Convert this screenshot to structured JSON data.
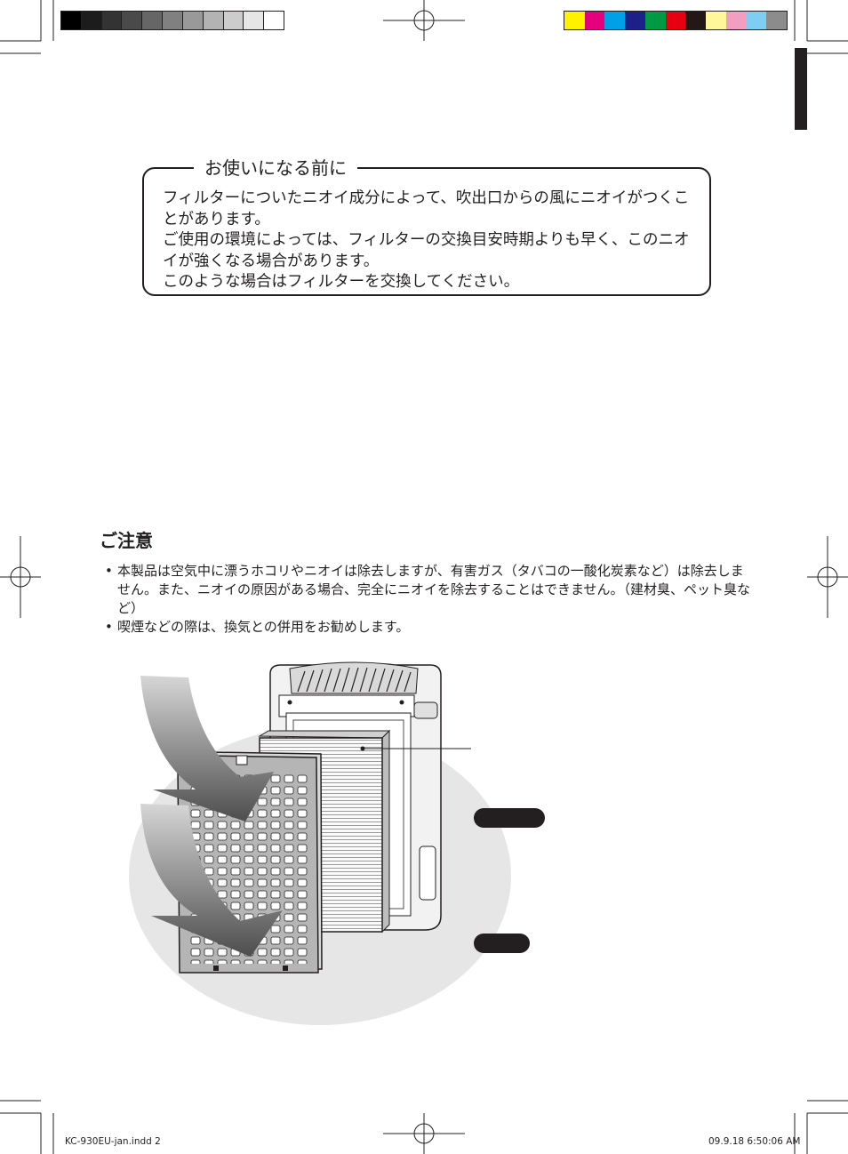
{
  "registration": {
    "gray_steps": [
      "#000000",
      "#1c1c1c",
      "#333333",
      "#4a4a4a",
      "#666666",
      "#808080",
      "#999999",
      "#b3b3b3",
      "#cccccc",
      "#e6e6e6",
      "#ffffff"
    ],
    "color_steps": [
      "#fff100",
      "#e4007f",
      "#00a0e9",
      "#1d2088",
      "#009944",
      "#e60012",
      "#231815",
      "#fff799",
      "#f19ec2",
      "#7ecef4",
      "#8c8c8c"
    ]
  },
  "notice": {
    "title": "お使いになる前に",
    "lines": [
      "フィルターについたニオイ成分によって、吹出口からの風にニオイがつくことがあります。",
      "ご使用の環境によっては、フィルターの交換目安時期よりも早く、このニオイが強くなる場合があります。",
      "このような場合はフィルターを交換してください。"
    ]
  },
  "caution": {
    "title": "ご注意",
    "items": [
      "本製品は空気中に漂うホコリやニオイは除去しますが、有害ガス（タバコの一酸化炭素など）は除去しません。また、ニオイの原因がある場合、完全にニオイを除去することはできません。（建材臭、ペット臭など）",
      "喫煙などの際は、換気との併用をお勧めします。"
    ]
  },
  "figure": {
    "icons": [
      "airflow-arrow-icon",
      "air-purifier-icon",
      "filter-icon",
      "front-panel-icon"
    ],
    "colors": {
      "background_ellipse": "#e6e6e6",
      "arrow_gradient_top": "#d0d0d0",
      "arrow_gradient_bottom": "#555555",
      "callout_tag": "#231f20"
    }
  },
  "footer": {
    "file": "KC-930EU-jan.indd   2",
    "timestamp": "09.9.18   6:50:06 AM"
  }
}
